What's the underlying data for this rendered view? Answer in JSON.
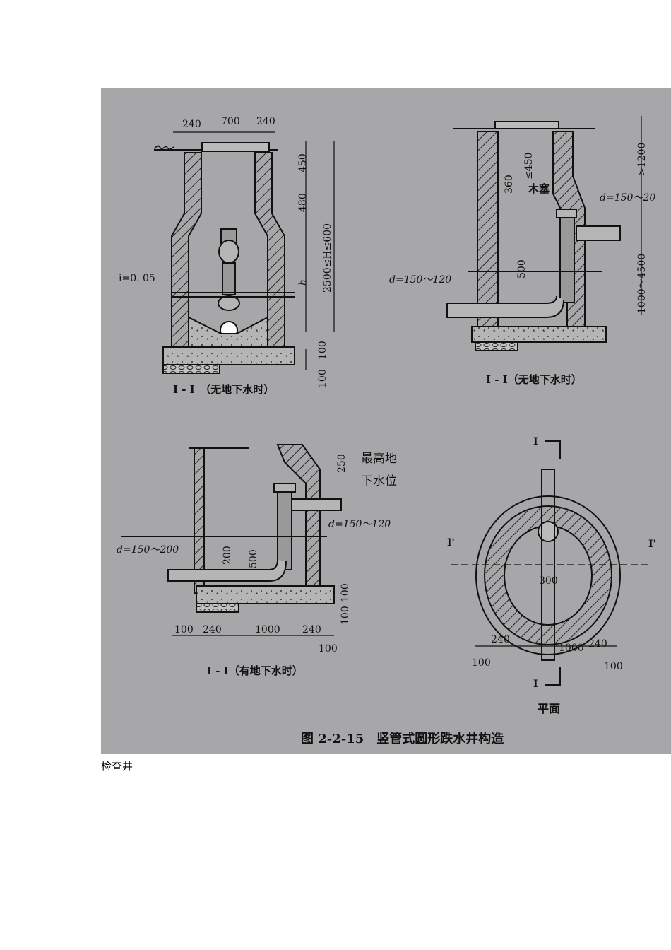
{
  "figure": {
    "caption": "图 2-2-15　竖管式圆形跌水井构造",
    "top_left": {
      "title": "I - I　（无地下水时）",
      "dims": {
        "d240a": "240",
        "d700": "700",
        "d240b": "240",
        "d450": "450",
        "d480": "480",
        "h": "h",
        "H": "2500≤H≤600",
        "slope": "i=0. 05",
        "d100a": "100",
        "d100b": "100"
      }
    },
    "top_right": {
      "title": "I - I（无地下水时）",
      "dims": {
        "d450": "≤450",
        "d360": "360",
        "plug": "木塞",
        "d1200": ">1200",
        "pipe_top": "d=150～20",
        "d500": "500",
        "pipe_left": "d=150～120",
        "d4500": "1000～4500"
      }
    },
    "bottom_left": {
      "title": "I - I（有地下水时）",
      "dims": {
        "d250": "250",
        "gw1": "最高地",
        "gw2": "下水位",
        "pipe_top": "d=150～120",
        "pipe_left": "d=150～200",
        "d200": "200",
        "d500": "500",
        "d100a": "100",
        "d100b": "100",
        "b100": "100",
        "b240a": "240",
        "b1000": "1000",
        "b240b": "240",
        "b100b": "100"
      }
    },
    "bottom_right": {
      "title": "平面",
      "dims": {
        "sec_top": "I",
        "sec_bot": "I",
        "sec_l": "I'",
        "sec_r": "I'",
        "d300": "300",
        "d240a": "240",
        "d1000": "1000",
        "d240b": "240",
        "d100a": "100",
        "d100b": "100"
      }
    }
  },
  "below_caption": "检查井"
}
